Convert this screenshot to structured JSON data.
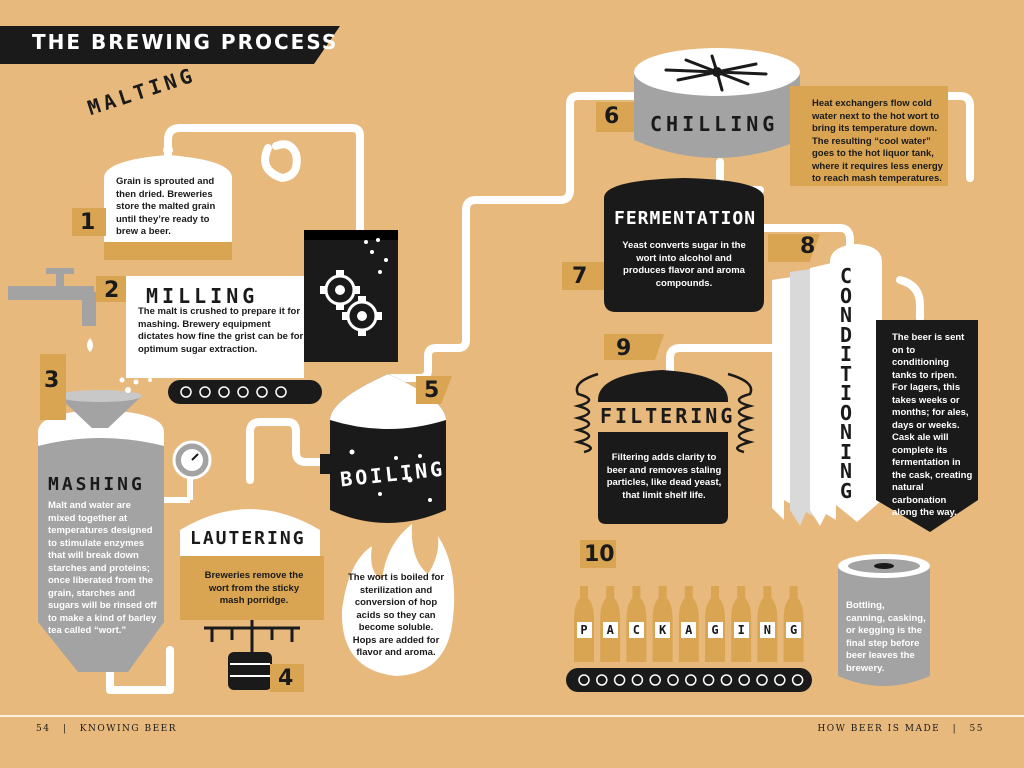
{
  "header": {
    "title": "THE BREWING PROCESS"
  },
  "steps": {
    "malting": {
      "number": "1",
      "title": "MALTING",
      "desc": "Grain is sprouted and then dried. Breweries store the malted grain until they’re ready to brew a beer."
    },
    "milling": {
      "number": "2",
      "title": "MILLING",
      "desc": "The malt is crushed to prepare it for mashing. Brewery equipment dictates how fine the grist can be for optimum sugar extraction."
    },
    "mashing": {
      "number": "3",
      "title": "MASHING",
      "desc": "Malt and water are mixed together at temperatures designed to stimulate enzymes that will break down starches and proteins; once liberated from the grain, starches and sugars will be rinsed off to make a kind of barley tea called “wort.”"
    },
    "lautering": {
      "number": "4",
      "title": "LAUTERING",
      "desc": "Breweries remove the wort from the sticky mash porridge."
    },
    "boiling": {
      "number": "5",
      "title": "BOILING",
      "desc": "The wort is boiled for sterilization and conversion of hop acids so they can become soluble. Hops are added for flavor and aroma."
    },
    "chilling": {
      "number": "6",
      "title": "CHILLING",
      "desc": "Heat exchangers flow cold water next to the hot wort to bring its temperature down. The resulting “cool water” goes to the hot liquor tank, where it requires less energy to reach mash temperatures."
    },
    "fermentation": {
      "number": "7",
      "title": "FERMENTATION",
      "desc": "Yeast converts sugar in the wort into alcohol and produces flavor and aroma compounds."
    },
    "conditioning": {
      "number": "8",
      "title": "CONDITIONING",
      "desc": "The beer is sent on to conditioning tanks to ripen. For lagers, this takes weeks or months; for ales, days or weeks. Cask ale will complete its fermentation in the cask, creating natural carbonation along the way."
    },
    "filtering": {
      "number": "9",
      "title": "FILTERING",
      "desc": "Filtering adds clarity to beer and removes staling particles, like dead yeast, that limit shelf life."
    },
    "packaging": {
      "number": "10",
      "title": "PACKAGING",
      "desc": "Bottling, canning, casking, or kegging is the final step before beer leaves the brewery."
    }
  },
  "footer": {
    "left_page": "54",
    "left_section": "KNOWING BEER",
    "right_section": "HOW BEER IS MADE",
    "right_page": "55"
  },
  "colors": {
    "background": "#e8b97c",
    "accent": "#d9a552",
    "dark": "#1a1a1a",
    "gray": "#a3a3a3",
    "white": "#ffffff"
  }
}
